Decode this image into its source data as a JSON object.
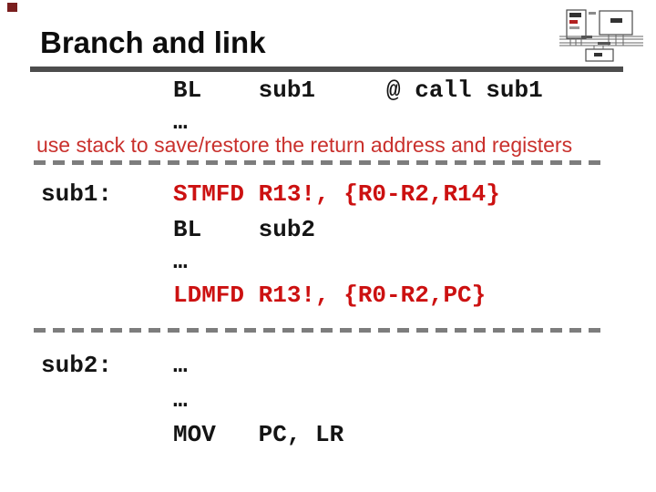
{
  "slide": {
    "title": "Branch and link",
    "note": "use stack to save/restore the return address and registers"
  },
  "code": {
    "call_line": "BL    sub1     @ call sub1",
    "ellipsis": "…",
    "sub1_label": "sub1:",
    "stmfd_line": "STMFD R13!, {R0-R2,R14}",
    "bl_sub2_line": "BL    sub2",
    "ldmfd_line": "LDMFD R13!, {R0-R2,PC}",
    "sub2_label": "sub2:",
    "mov_line": "MOV   PC, LR"
  },
  "icons": {
    "corner_logo": "arm-bus-system-diagram",
    "corner_accent": "maroon-corner-mark"
  },
  "colors": {
    "code_black": "#141414",
    "code_red": "#cc1111",
    "note_red": "#c9302c",
    "rule_gray": "#4d4d4d",
    "dash_gray": "#7d7d7d",
    "corner_maroon": "#7a1f1f"
  }
}
